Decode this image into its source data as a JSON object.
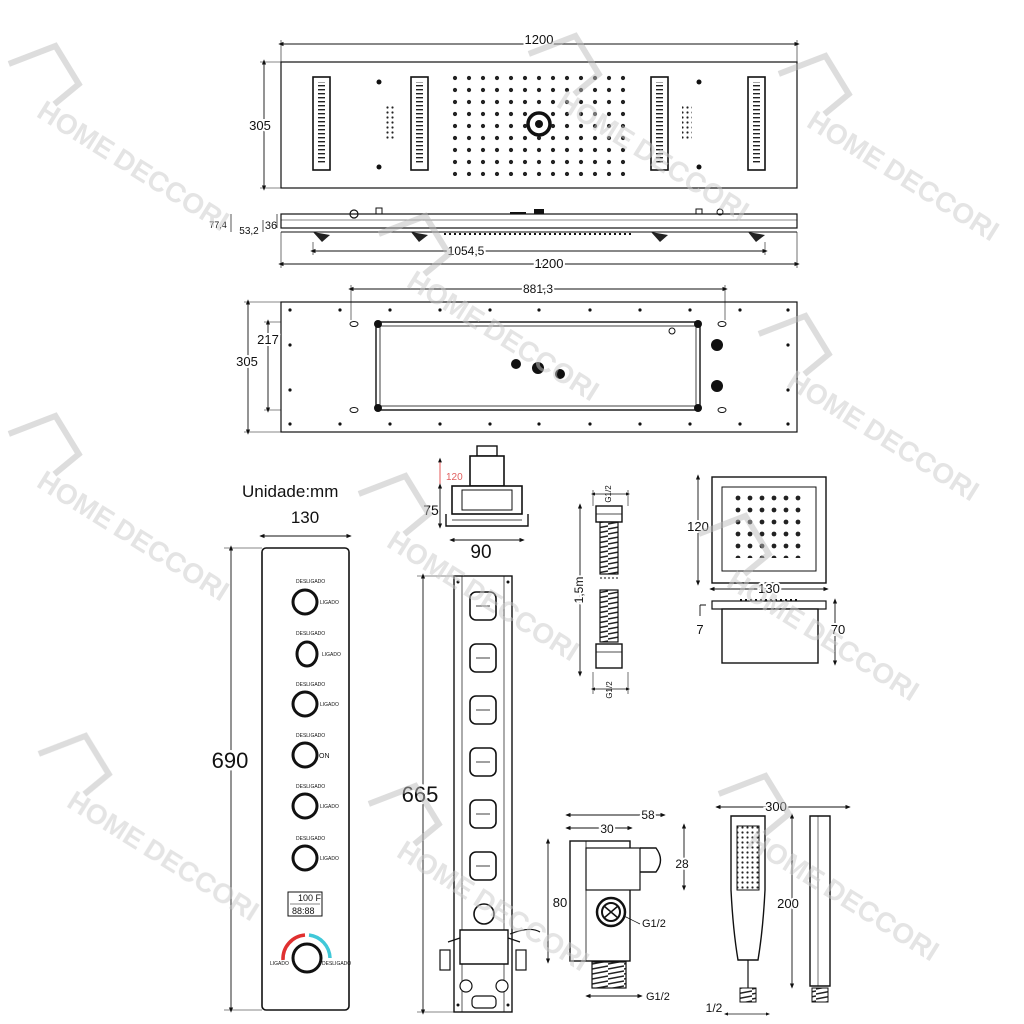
{
  "watermark": {
    "brand_main": "HOME",
    "brand_sub": "DECCORI",
    "color": "#c8c8c8"
  },
  "top_panel": {
    "width": "1200",
    "height": "305"
  },
  "side_view": {
    "d1": "77,4",
    "d2": "53,2",
    "d3": "36",
    "inner": "1054,5",
    "total": "1200"
  },
  "back_view": {
    "inner": "881,3",
    "height": "305",
    "inner_h": "217"
  },
  "unit_label": "Unidade:mm",
  "control_panel": {
    "width": "130",
    "height": "690",
    "off_label": "DESLIGADO",
    "on_label": "LIGADO",
    "power_label": "ON",
    "display_top": "100 F",
    "display_bottom": "88:88",
    "thermo_left": "LIGADO",
    "thermo_right": "DESLIGADO",
    "hot_color": "#e03030",
    "cold_color": "#40c8d8"
  },
  "valve": {
    "h1": "120",
    "h2": "75",
    "w": "90",
    "bar_h": "665"
  },
  "hose": {
    "thread_top": "G1/2",
    "length": "1,5m",
    "thread_bottom": "G1/2"
  },
  "body_jet": {
    "w": "130",
    "h": "120",
    "depth": "70",
    "face": "7"
  },
  "wall_elbow": {
    "w": "58",
    "w2": "30",
    "h": "28",
    "h2": "80",
    "thread": "G1/2",
    "thread2": "G1/2"
  },
  "hand_shower": {
    "w": "300",
    "h": "200",
    "thread": "1/2"
  }
}
